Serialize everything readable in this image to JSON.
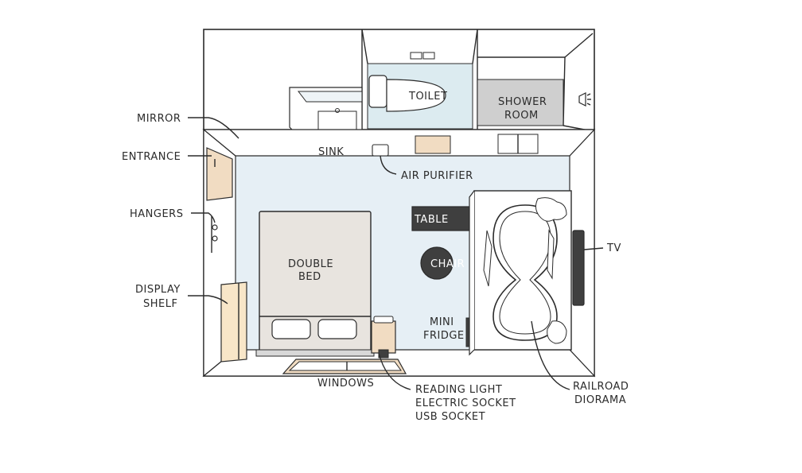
{
  "labels": {
    "mirror": "MIRROR",
    "entrance": "ENTRANCE",
    "hangers": "HANGERS",
    "display_shelf": [
      "DISPLAY",
      "SHELF"
    ],
    "sink": "SINK",
    "toilet": "TOILET",
    "shower_room": [
      "SHOWER",
      "ROOM"
    ],
    "air_purifier": "AIR PURIFIER",
    "table": "TABLE",
    "chair": "CHAIR",
    "double_bed": [
      "DOUBLE",
      "BED"
    ],
    "mini_fridge": [
      "MINI",
      "FRIDGE"
    ],
    "tv": "TV",
    "windows": "WINDOWS",
    "reading_light": [
      "READING LIGHT",
      "ELECTRIC SOCKET",
      "USB SOCKET"
    ],
    "railroad_diorama": [
      "RAILROAD",
      "DIORAMA"
    ]
  },
  "colors": {
    "floor": "#e6eff5",
    "bathroom_floor": "#dcebf0",
    "shower": "#cfcfcf",
    "bed": "#e8e4df",
    "wood": "#f1dcc2",
    "shelf": "#f8e6c8",
    "dark": "#3f3f3f"
  }
}
